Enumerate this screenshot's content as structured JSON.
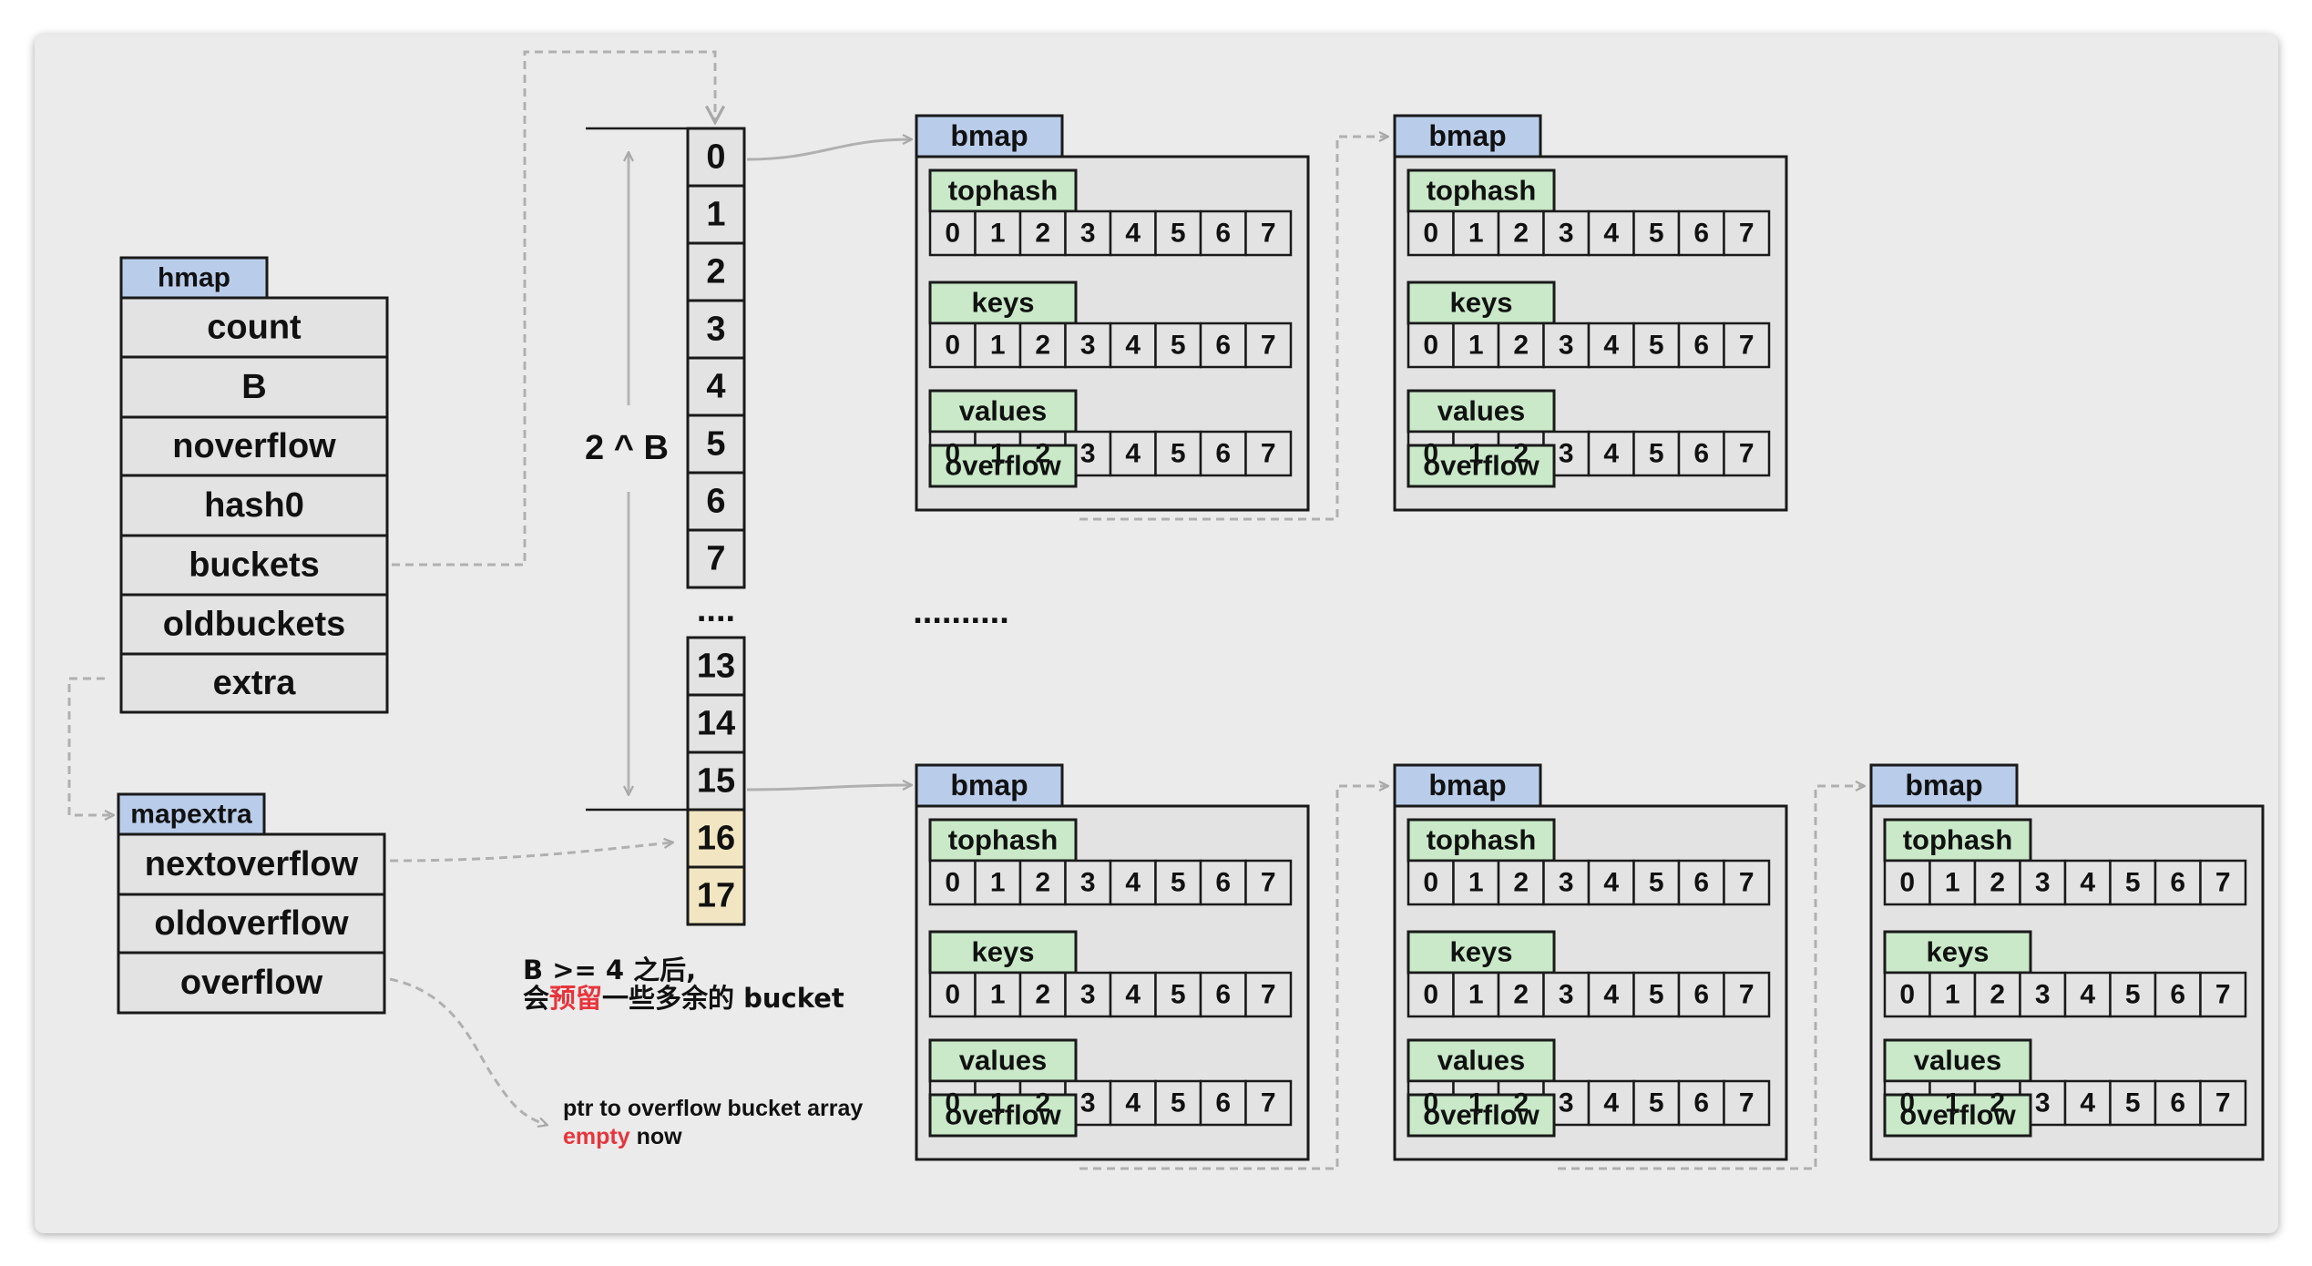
{
  "hmap": {
    "title": "hmap",
    "fields": [
      "count",
      "B",
      "noverflow",
      "hash0",
      "buckets",
      "oldbuckets",
      "extra"
    ]
  },
  "mapextra": {
    "title": "mapextra",
    "fields": [
      "nextoverflow",
      "oldoverflow",
      "overflow"
    ]
  },
  "buckets": {
    "top_indices": [
      "0",
      "1",
      "2",
      "3",
      "4",
      "5",
      "6",
      "7"
    ],
    "ellipsis": "....",
    "bottom_indices": [
      "13",
      "14",
      "15"
    ],
    "reserved_indices": [
      "16",
      "17"
    ],
    "range_label": "2 ^ B"
  },
  "bmap": {
    "title": "bmap",
    "tophash_label": "tophash",
    "keys_label": "keys",
    "values_label": "values",
    "overflow_label": "overflow",
    "slots": [
      "0",
      "1",
      "2",
      "3",
      "4",
      "5",
      "6",
      "7"
    ]
  },
  "middle_ellipsis": "..........",
  "note_reserve": {
    "line1": "B >= 4 之后,",
    "line2_prefix": "会",
    "line2_highlight": "预留",
    "line2_suffix": "一些多余的 bucket"
  },
  "note_overflow": {
    "line1": "ptr to overflow bucket array",
    "line2_highlight": "empty",
    "line2_suffix": " now"
  },
  "colors": {
    "header_blue": "#b9cdeb",
    "green": "#c9e9c8",
    "reserved_yellow": "#f2e6c2",
    "highlight_red": "#e8343c",
    "connector_gray": "#b0b0b0",
    "panel_gray": "#e3e3e3"
  }
}
